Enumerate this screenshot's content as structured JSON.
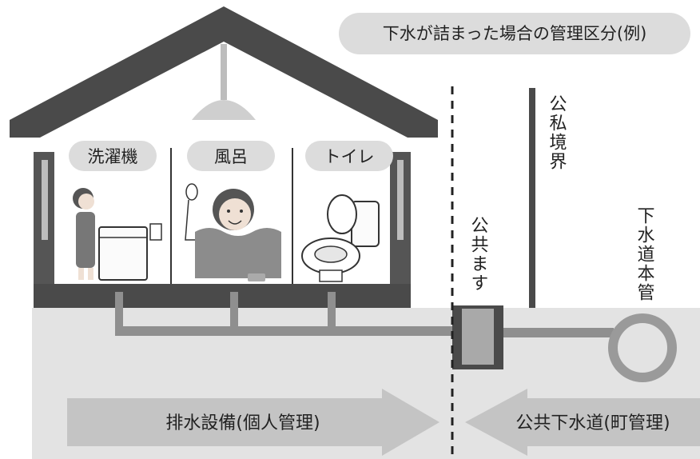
{
  "title": "下水が詰まった場合の管理区分(例)",
  "rooms": [
    {
      "id": "washer",
      "label": "洗濯機"
    },
    {
      "id": "bath",
      "label": "風呂"
    },
    {
      "id": "toilet",
      "label": "トイレ"
    }
  ],
  "labels": {
    "public_private_boundary": "公私境界",
    "public_basin": "公共ます",
    "main_sewer": "下水道本管"
  },
  "arrows": {
    "private": "排水設備(個人管理)",
    "public": "公共下水道(町管理)"
  },
  "colors": {
    "roof": "#4a4a4a",
    "wall": "#555555",
    "ground": "#e3e3e3",
    "pipe": "#8f8f8f",
    "arrow": "#c4c4c4",
    "bubble": "#dcdcdc"
  }
}
